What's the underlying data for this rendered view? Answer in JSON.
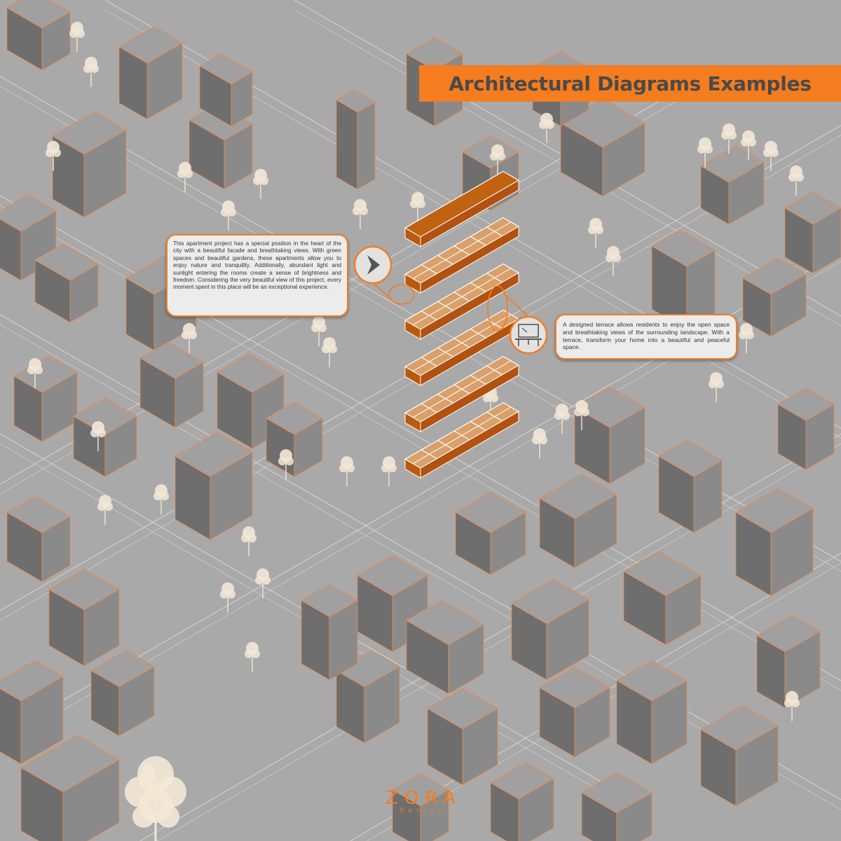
{
  "title": "Architectural Diagrams Examples",
  "callouts": {
    "left_text": "This apartment project has a special position in the heart of the city with a beautiful facade and breathtaking views. With green spaces and beautiful gardens, these apartments allow you to enjoy nature and tranquility. Additionally, abundant light and sunlight entering the rooms create a sense of brightness and freedom. Considering the very beautiful view of this project, every moment spent in this place will be an exceptional experience.",
    "right_text": "A designed terrace allows residents to enjoy the open space and breathtaking views of the surrounding landscape. With a terrace, transform your home into a beautiful and peaceful space.",
    "left_icon": "chevron-right-icon",
    "right_icon": "terrace-furniture-icon"
  },
  "logo": {
    "main": "ZORA",
    "sub": "Design"
  },
  "colors": {
    "accent": "#f57c1f",
    "ground": "#a9a9a9",
    "roof": "#a0a0a0",
    "wall_left": "#6e6e6e",
    "wall_right": "#8a8a8a",
    "outline": "#e8894a",
    "floor_dark": "#b95a10",
    "tree": "#f3e7d6"
  },
  "diagram": {
    "floor_count": 6,
    "tree_count": 40
  }
}
